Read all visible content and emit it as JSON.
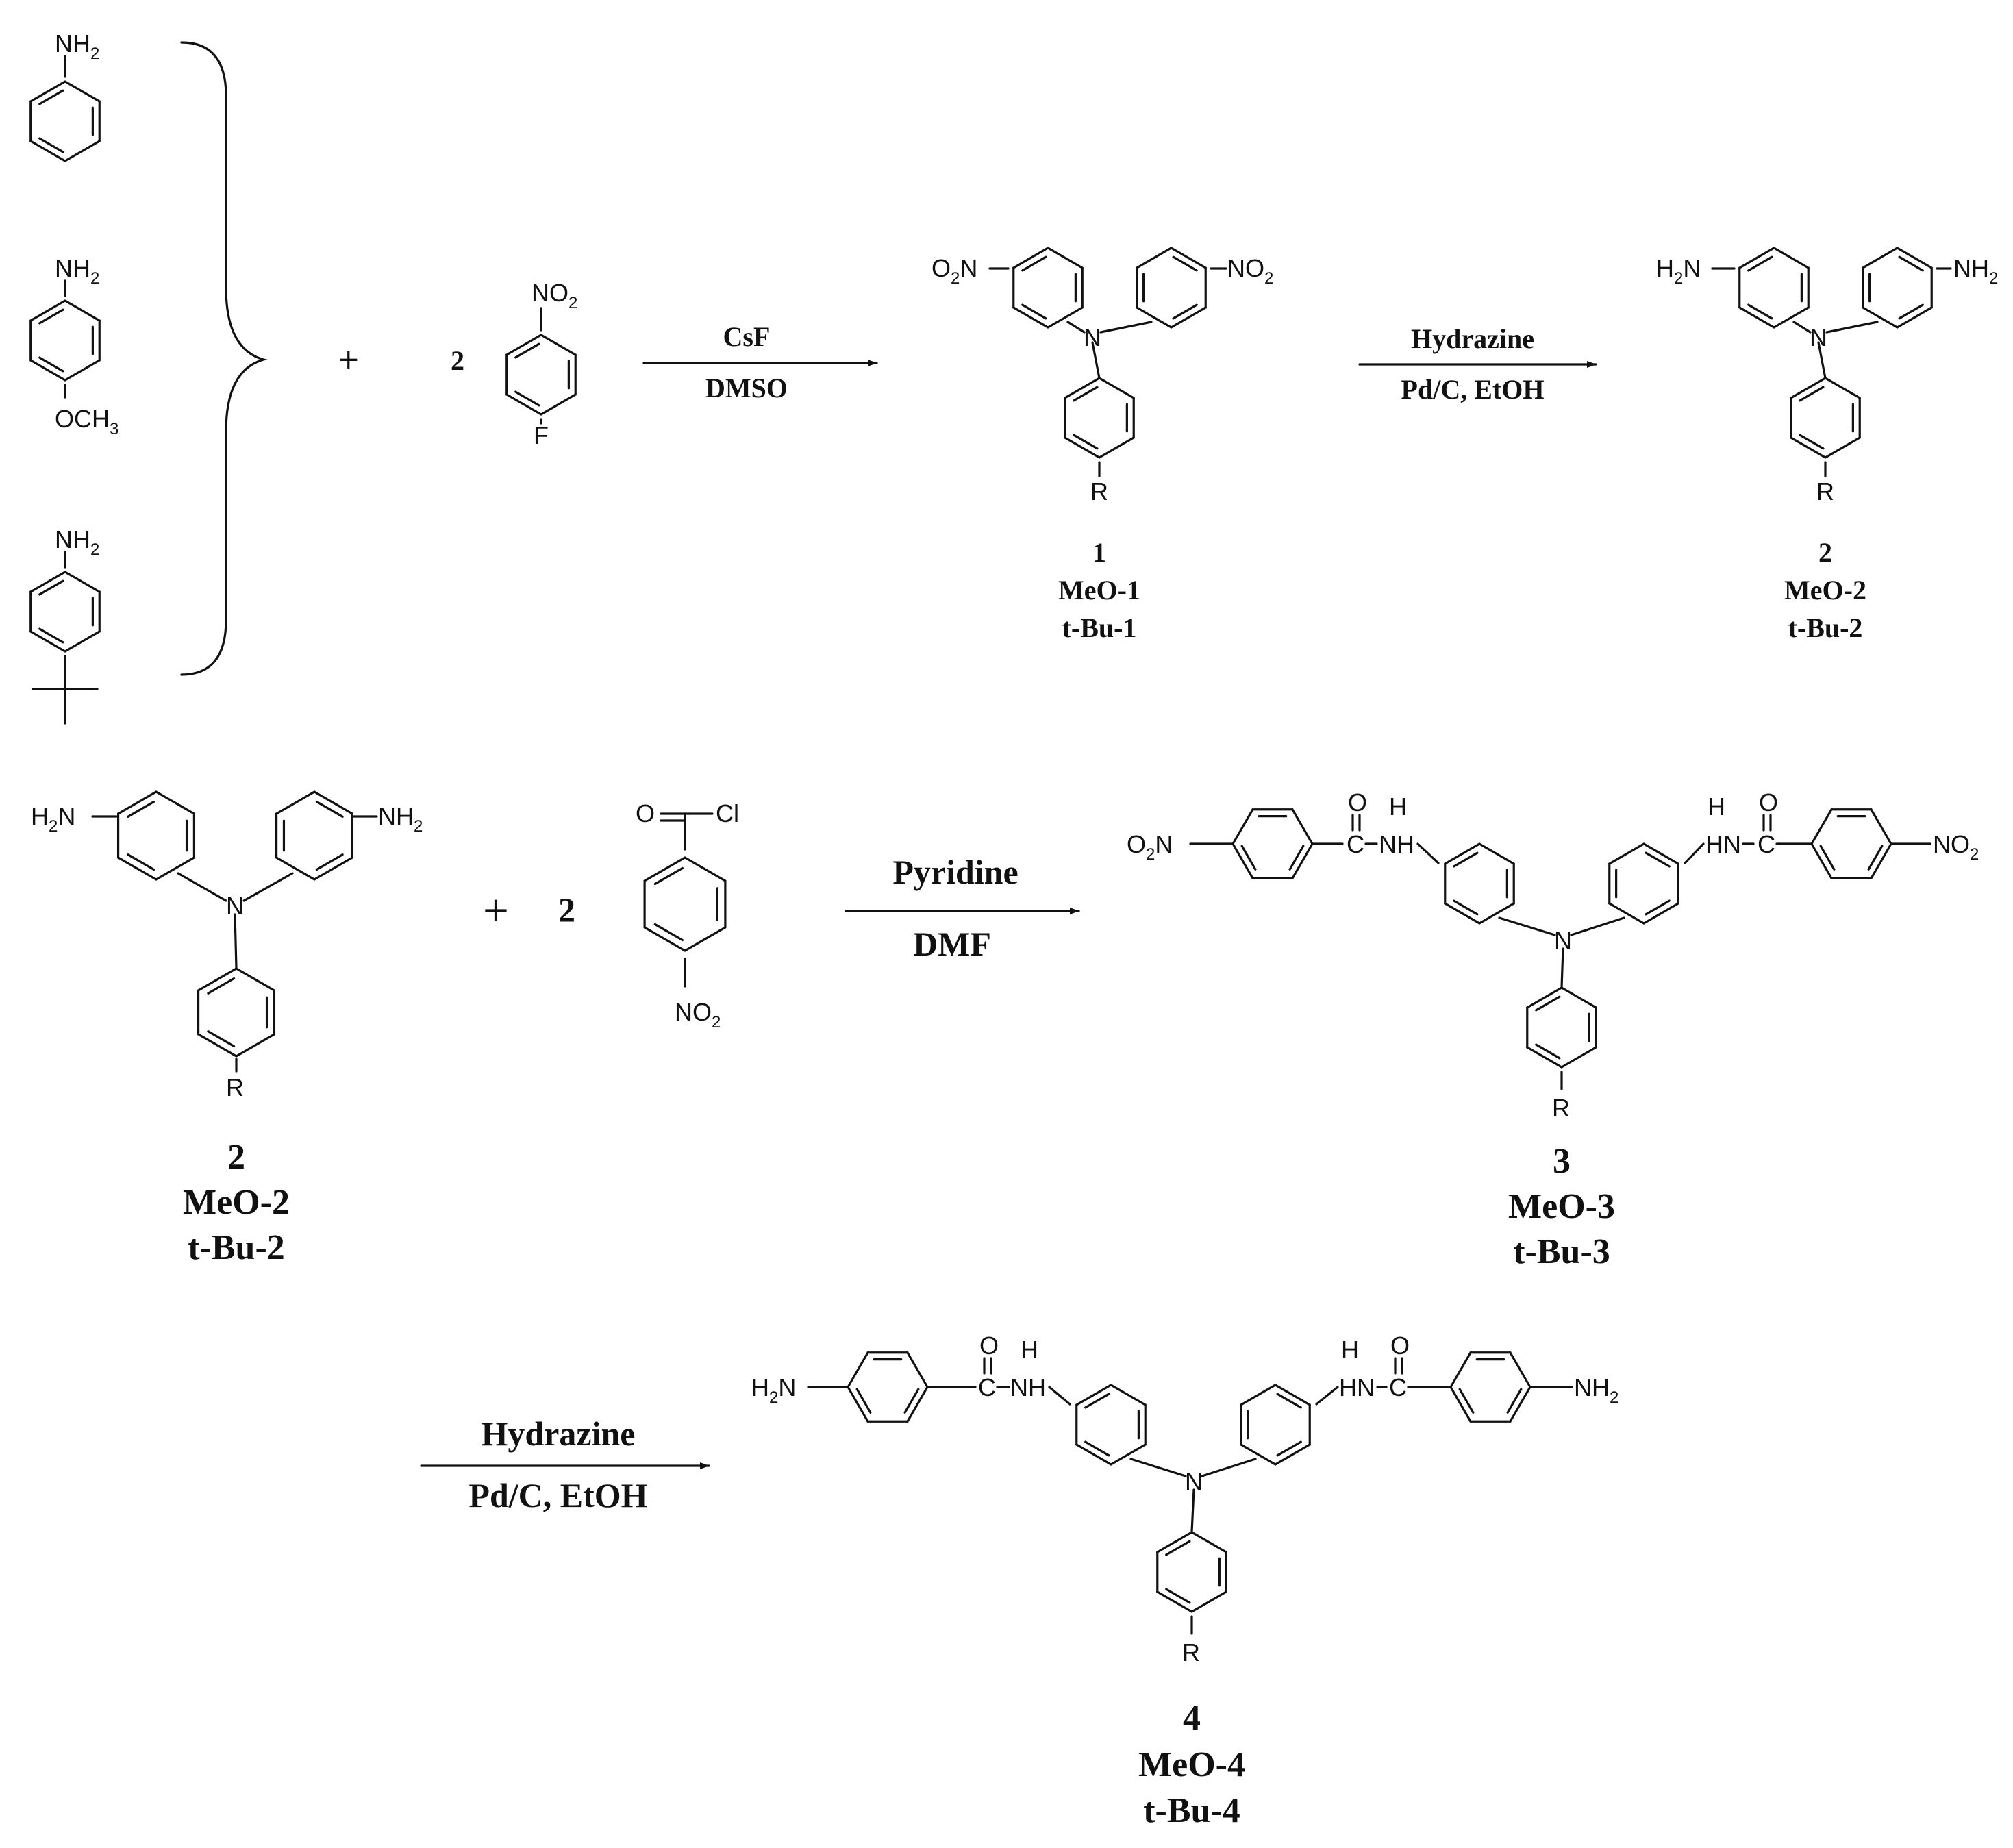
{
  "atoms": {
    "nh2": "NH",
    "h2n": "H",
    "och3": "OCH",
    "no2": "NO",
    "o2n": "O",
    "sub2": "2",
    "sub3": "3",
    "n_suffix": "N",
    "f": "F",
    "n": "N",
    "r": "R",
    "o": "O",
    "cl": "Cl",
    "c": "C",
    "h": "H",
    "nh": "NH",
    "hn": "HN"
  },
  "reaction1": {
    "plus": "+",
    "equiv": "2",
    "reagent_top": "CsF",
    "reagent_bottom": "DMSO"
  },
  "reaction2": {
    "reagent_top": "Hydrazine",
    "reagent_bottom": "Pd/C, EtOH"
  },
  "reaction3": {
    "plus": "+",
    "equiv": "2",
    "reagent_top": "Pyridine",
    "reagent_bottom": "DMF"
  },
  "reaction4": {
    "reagent_top": "Hydrazine",
    "reagent_bottom": "Pd/C, EtOH"
  },
  "labels": {
    "compound1": [
      "1",
      "MeO-1",
      "t-Bu-1"
    ],
    "compound2_top": [
      "2",
      "MeO-2",
      "t-Bu-2"
    ],
    "compound2_left": [
      "2",
      "MeO-2",
      "t-Bu-2"
    ],
    "compound3": [
      "3",
      "MeO-3",
      "t-Bu-3"
    ],
    "compound4": [
      "4",
      "MeO-4",
      "t-Bu-4"
    ]
  }
}
